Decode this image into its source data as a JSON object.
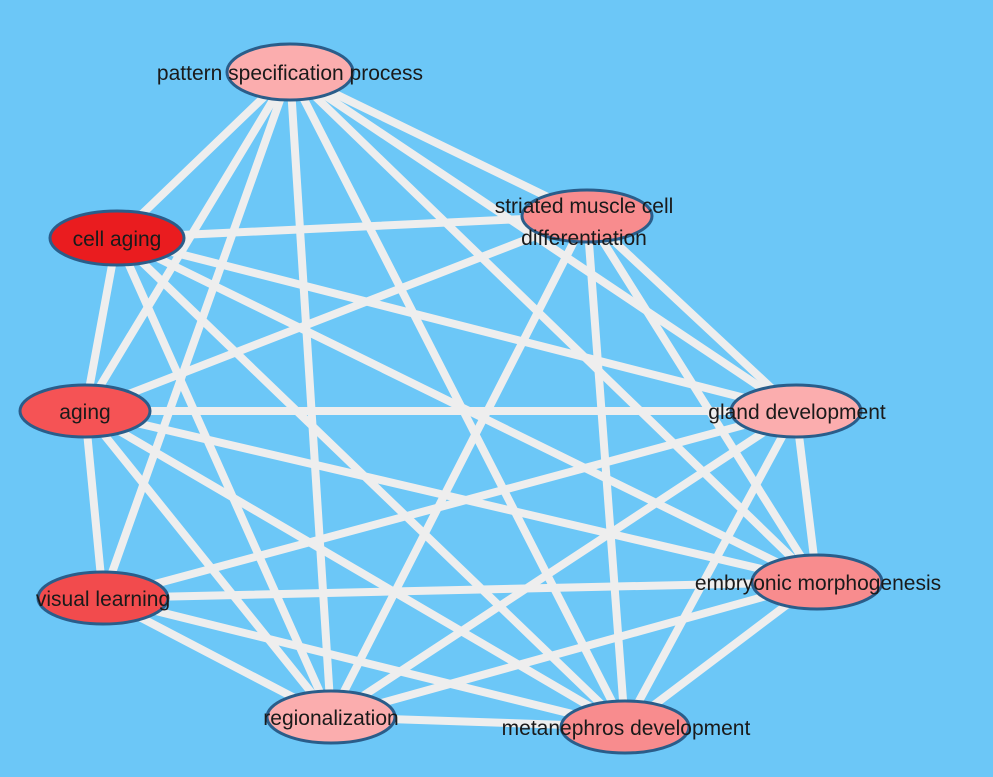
{
  "graph": {
    "background": "#6cc7f7",
    "edge_color": "#eeeeee",
    "node_border_color": "#2a5d8a",
    "nodes": [
      {
        "id": "pattern",
        "label": "pattern specification process",
        "color": "#fbadae"
      },
      {
        "id": "striated",
        "label": "striated muscle cell\ndifferentiation",
        "color": "#f88c8e"
      },
      {
        "id": "cellaging",
        "label": "cell aging",
        "color": "#ea1c1f"
      },
      {
        "id": "aging",
        "label": "aging",
        "color": "#f55355"
      },
      {
        "id": "gland",
        "label": "gland development",
        "color": "#fbadae"
      },
      {
        "id": "visual",
        "label": "visual learning",
        "color": "#f24b4d"
      },
      {
        "id": "embryonic",
        "label": "embryonic morphogenesis",
        "color": "#f88c8e"
      },
      {
        "id": "regionalization",
        "label": "regionalization",
        "color": "#fbadae"
      },
      {
        "id": "metanephros",
        "label": "metanephros development",
        "color": "#f88c8e"
      }
    ],
    "edges": [
      [
        "pattern",
        "striated"
      ],
      [
        "pattern",
        "cellaging"
      ],
      [
        "pattern",
        "aging"
      ],
      [
        "pattern",
        "gland"
      ],
      [
        "pattern",
        "visual"
      ],
      [
        "pattern",
        "embryonic"
      ],
      [
        "pattern",
        "regionalization"
      ],
      [
        "pattern",
        "metanephros"
      ],
      [
        "cellaging",
        "striated"
      ],
      [
        "cellaging",
        "aging"
      ],
      [
        "cellaging",
        "gland"
      ],
      [
        "cellaging",
        "embryonic"
      ],
      [
        "cellaging",
        "regionalization"
      ],
      [
        "cellaging",
        "metanephros"
      ],
      [
        "striated",
        "aging"
      ],
      [
        "striated",
        "gland"
      ],
      [
        "striated",
        "embryonic"
      ],
      [
        "striated",
        "regionalization"
      ],
      [
        "striated",
        "metanephros"
      ],
      [
        "aging",
        "gland"
      ],
      [
        "aging",
        "visual"
      ],
      [
        "aging",
        "embryonic"
      ],
      [
        "aging",
        "regionalization"
      ],
      [
        "aging",
        "metanephros"
      ],
      [
        "gland",
        "visual"
      ],
      [
        "gland",
        "embryonic"
      ],
      [
        "gland",
        "regionalization"
      ],
      [
        "gland",
        "metanephros"
      ],
      [
        "visual",
        "embryonic"
      ],
      [
        "visual",
        "regionalization"
      ],
      [
        "visual",
        "metanephros"
      ],
      [
        "embryonic",
        "regionalization"
      ],
      [
        "embryonic",
        "metanephros"
      ],
      [
        "regionalization",
        "metanephros"
      ]
    ]
  }
}
